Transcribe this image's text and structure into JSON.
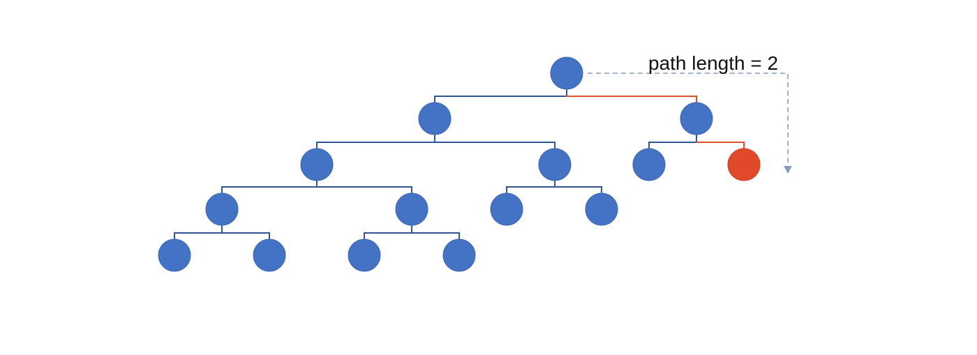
{
  "annotation": {
    "text": "path length = 2"
  },
  "colors": {
    "node": "#4472c4",
    "node_border": "#3c66b0",
    "highlight": "#e04a2a",
    "edge": "#2f5597",
    "highlight_edge": "#e0502a",
    "arrow": "#8a9bb5"
  },
  "tree": {
    "nodes": [
      {
        "id": "root",
        "depth": 0
      },
      {
        "id": "n-left",
        "depth": 1
      },
      {
        "id": "n-right",
        "depth": 1
      },
      {
        "id": "n-left-left",
        "depth": 2
      },
      {
        "id": "n-left-right",
        "depth": 2
      },
      {
        "id": "n-right-left",
        "depth": 2
      },
      {
        "id": "n-right-right",
        "depth": 2,
        "highlighted": true
      },
      {
        "id": "n-lll",
        "depth": 3
      },
      {
        "id": "n-llr",
        "depth": 3
      },
      {
        "id": "n-lrl",
        "depth": 3
      },
      {
        "id": "n-lrr",
        "depth": 3
      },
      {
        "id": "n-llll",
        "depth": 4
      },
      {
        "id": "n-lllr",
        "depth": 4
      },
      {
        "id": "n-llrl",
        "depth": 4
      },
      {
        "id": "n-llrr",
        "depth": 4
      }
    ],
    "edges": [
      {
        "parent": "root",
        "left": "n-left",
        "right": "n-right",
        "highlight": "right"
      },
      {
        "parent": "n-left",
        "left": "n-left-left",
        "right": "n-left-right"
      },
      {
        "parent": "n-right",
        "left": "n-right-left",
        "right": "n-right-right",
        "highlight": "right"
      },
      {
        "parent": "n-left-left",
        "left": "n-lll",
        "right": "n-llr"
      },
      {
        "parent": "n-left-right",
        "left": "n-lrl",
        "right": "n-lrr"
      },
      {
        "parent": "n-lll",
        "left": "n-llll",
        "right": "n-lllr"
      },
      {
        "parent": "n-llr",
        "left": "n-llrl",
        "right": "n-llrr"
      }
    ],
    "path_length": 2
  }
}
